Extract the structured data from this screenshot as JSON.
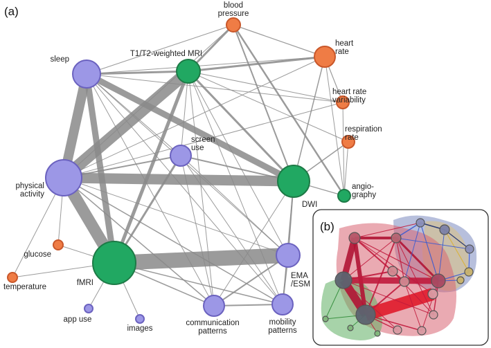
{
  "panels": {
    "a": {
      "label": "(a)"
    },
    "b": {
      "label": "(b)"
    }
  },
  "colors": {
    "sensor": "#ef7c45",
    "imaging": "#21a862",
    "behavior": "#9c97e6",
    "edge": "#8a8a8a",
    "module_red": "#c01a3c"
  },
  "nodes": [
    {
      "id": "blood_pressure",
      "lines": [
        "blood",
        "pressure"
      ],
      "group": "sensor"
    },
    {
      "id": "heart_rate",
      "lines": [
        "heart",
        "rate"
      ],
      "group": "sensor"
    },
    {
      "id": "hrv",
      "lines": [
        "heart rate",
        "variability"
      ],
      "group": "sensor"
    },
    {
      "id": "respiration",
      "lines": [
        "respiration",
        "rate"
      ],
      "group": "sensor"
    },
    {
      "id": "angiography",
      "lines": [
        "angio-",
        "graphy"
      ],
      "group": "imaging"
    },
    {
      "id": "t1t2",
      "lines": [
        "T1/T2-weighted MRI"
      ],
      "group": "imaging"
    },
    {
      "id": "sleep",
      "lines": [
        "sleep"
      ],
      "group": "behavior"
    },
    {
      "id": "screen",
      "lines": [
        "screen",
        "use"
      ],
      "group": "behavior"
    },
    {
      "id": "physical",
      "lines": [
        "physical",
        "activity"
      ],
      "group": "behavior"
    },
    {
      "id": "dwi",
      "lines": [
        "DWI"
      ],
      "group": "imaging"
    },
    {
      "id": "glucose",
      "lines": [
        "glucose"
      ],
      "group": "sensor"
    },
    {
      "id": "temperature",
      "lines": [
        "temperature"
      ],
      "group": "sensor"
    },
    {
      "id": "fmri",
      "lines": [
        "fMRI"
      ],
      "group": "imaging"
    },
    {
      "id": "ema",
      "lines": [
        "EMA",
        "/ESM"
      ],
      "group": "behavior"
    },
    {
      "id": "appuse",
      "lines": [
        "app use"
      ],
      "group": "behavior"
    },
    {
      "id": "images",
      "lines": [
        "images"
      ],
      "group": "behavior"
    },
    {
      "id": "comm",
      "lines": [
        "communication",
        "patterns"
      ],
      "group": "behavior"
    },
    {
      "id": "mobility",
      "lines": [
        "mobility",
        "patterns"
      ],
      "group": "behavior"
    }
  ],
  "edges": [
    [
      "sleep",
      "physical",
      14
    ],
    [
      "sleep",
      "fmri",
      9
    ],
    [
      "sleep",
      "dwi",
      9
    ],
    [
      "physical",
      "t1t2",
      17
    ],
    [
      "physical",
      "dwi",
      15
    ],
    [
      "physical",
      "fmri",
      17
    ],
    [
      "fmri",
      "ema",
      22
    ],
    [
      "fmri",
      "t1t2",
      5
    ],
    [
      "fmri",
      "screen",
      3
    ],
    [
      "sleep",
      "t1t2",
      3
    ],
    [
      "t1t2",
      "heart_rate",
      3
    ],
    [
      "t1t2",
      "blood_pressure",
      3
    ],
    [
      "t1t2",
      "dwi",
      3
    ],
    [
      "screen",
      "dwi",
      2
    ],
    [
      "physical",
      "screen",
      2
    ],
    [
      "dwi",
      "ema",
      2
    ],
    [
      "ema",
      "mobility",
      2
    ],
    [
      "ema",
      "comm",
      2
    ],
    [
      "comm",
      "mobility",
      2
    ],
    [
      "dwi",
      "blood_pressure",
      2
    ],
    [
      "dwi",
      "heart_rate",
      1.5
    ],
    [
      "dwi",
      "respiration",
      1.5
    ],
    [
      "dwi",
      "angiography",
      1.2
    ],
    [
      "heart_rate",
      "hrv",
      1.2
    ],
    [
      "blood_pressure",
      "heart_rate",
      1.2
    ],
    [
      "blood_pressure",
      "angiography",
      2.5
    ],
    [
      "blood_pressure",
      "sleep",
      1
    ],
    [
      "blood_pressure",
      "physical",
      1
    ],
    [
      "heart_rate",
      "physical",
      1
    ],
    [
      "heart_rate",
      "angiography",
      1
    ],
    [
      "hrv",
      "angiography",
      1
    ],
    [
      "respiration",
      "angiography",
      1
    ],
    [
      "physical",
      "glucose",
      1
    ],
    [
      "physical",
      "temperature",
      1
    ],
    [
      "fmri",
      "appuse",
      1
    ],
    [
      "fmri",
      "images",
      1
    ],
    [
      "fmri",
      "comm",
      1.5
    ],
    [
      "fmri",
      "mobility",
      1.5
    ],
    [
      "fmri",
      "glucose",
      1
    ],
    [
      "fmri",
      "temperature",
      1
    ],
    [
      "sleep",
      "comm",
      1
    ],
    [
      "sleep",
      "mobility",
      1
    ],
    [
      "sleep",
      "ema",
      1
    ],
    [
      "physical",
      "mobility",
      1.5
    ],
    [
      "physical",
      "comm",
      1.5
    ],
    [
      "physical",
      "ema",
      1
    ],
    [
      "screen",
      "comm",
      1
    ],
    [
      "screen",
      "mobility",
      1
    ],
    [
      "screen",
      "ema",
      1
    ],
    [
      "t1t2",
      "comm",
      1
    ],
    [
      "t1t2",
      "mobility",
      1
    ],
    [
      "t1t2",
      "ema",
      1
    ],
    [
      "t1t2",
      "screen",
      1
    ],
    [
      "sleep",
      "screen",
      1
    ],
    [
      "dwi",
      "mobility",
      1
    ],
    [
      "dwi",
      "comm",
      1
    ],
    [
      "physical",
      "hrv",
      1
    ],
    [
      "sleep",
      "hrv",
      1
    ],
    [
      "heart_rate",
      "sleep",
      1
    ],
    [
      "hrv",
      "t1t2",
      1
    ],
    [
      "respiration",
      "t1t2",
      1
    ]
  ]
}
